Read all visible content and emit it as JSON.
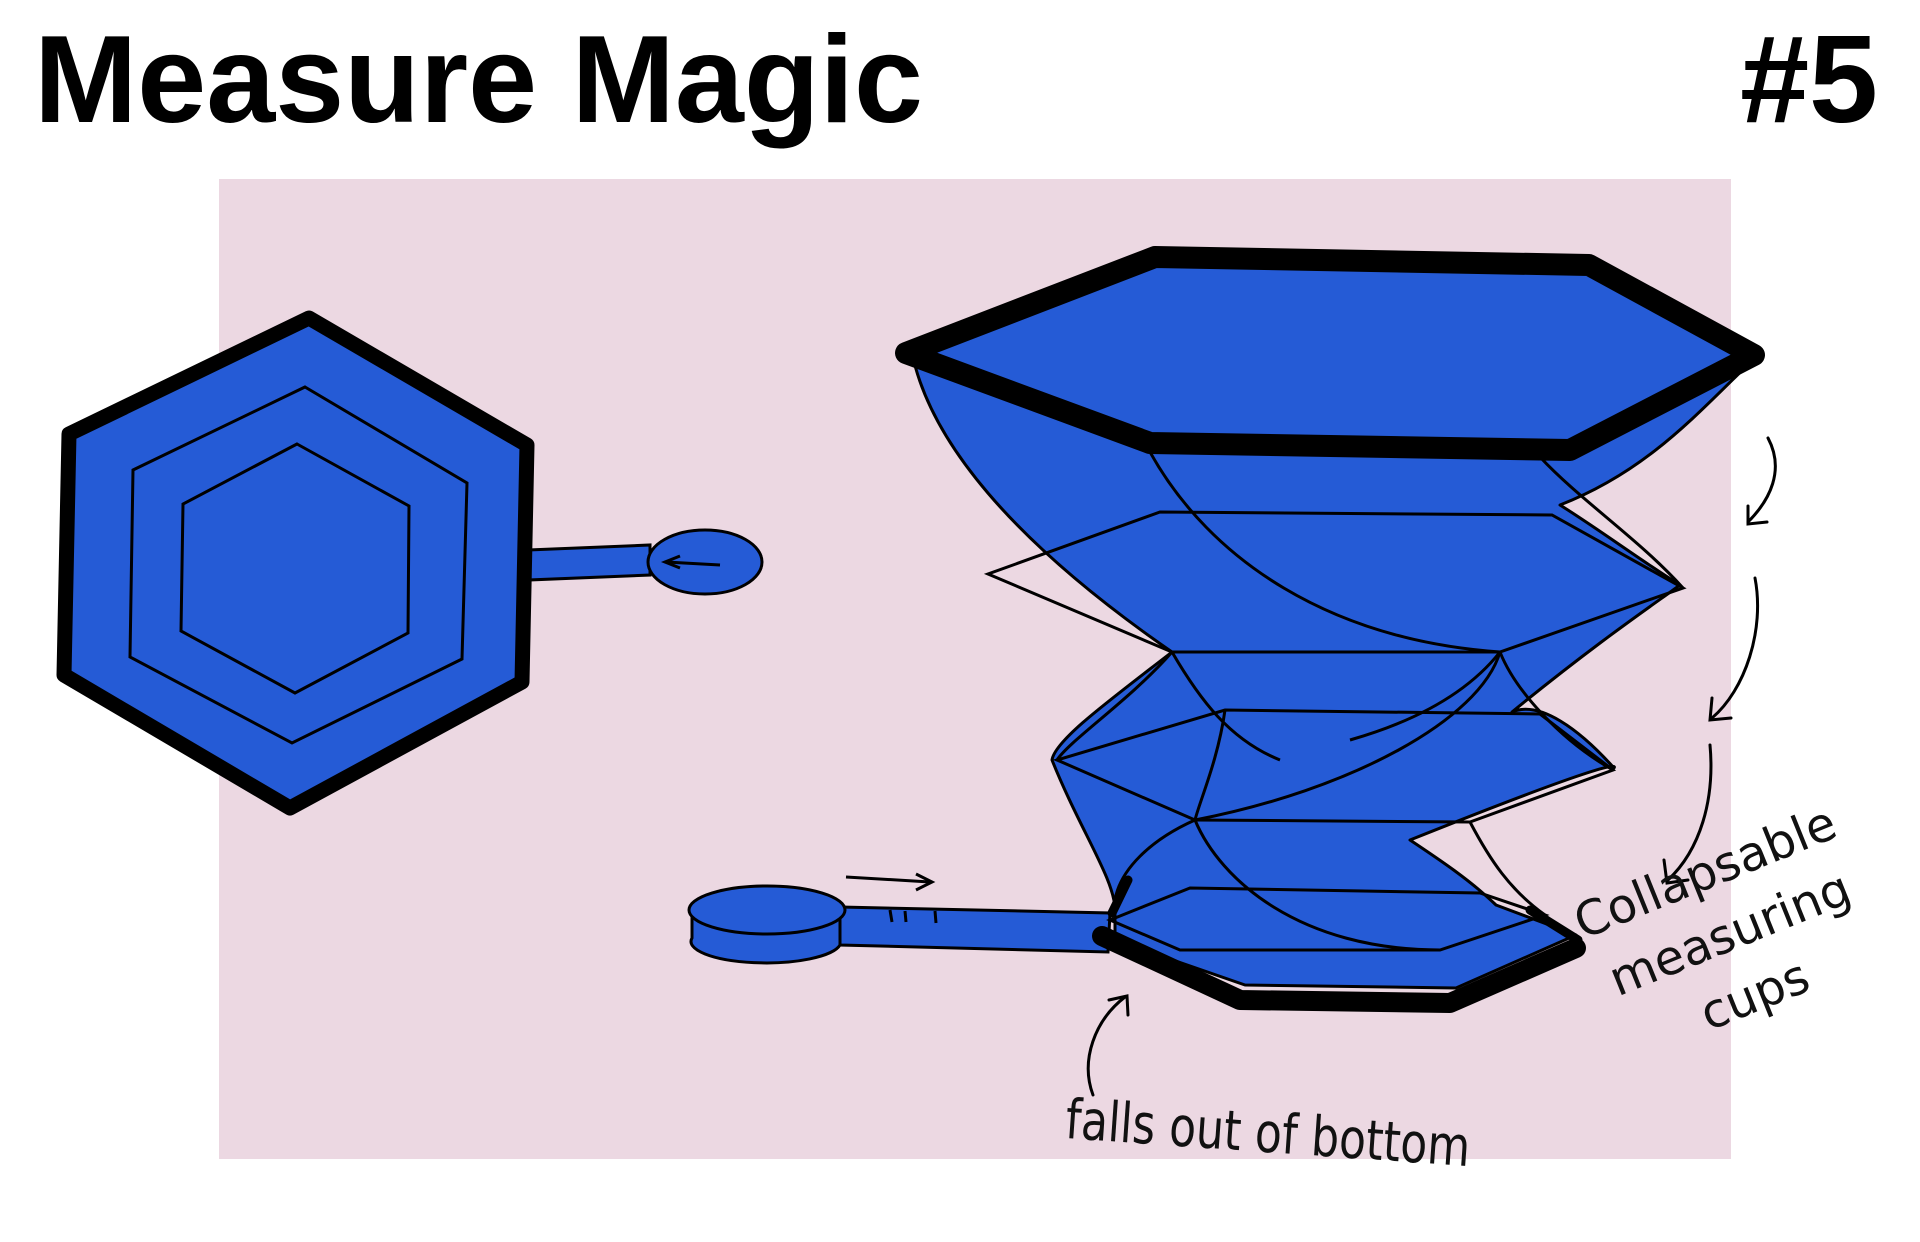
{
  "header": {
    "title": "Measure Magic",
    "number": "#5"
  },
  "annotations": {
    "bottom_label": "falls out of bottom",
    "side_label_lines": [
      "Collapsable",
      "measuring",
      "cups"
    ]
  },
  "colors": {
    "panel_background": "#ecd8e2",
    "cup_blue": "#255bd6",
    "outline": "#000000",
    "page_background": "#ffffff"
  }
}
